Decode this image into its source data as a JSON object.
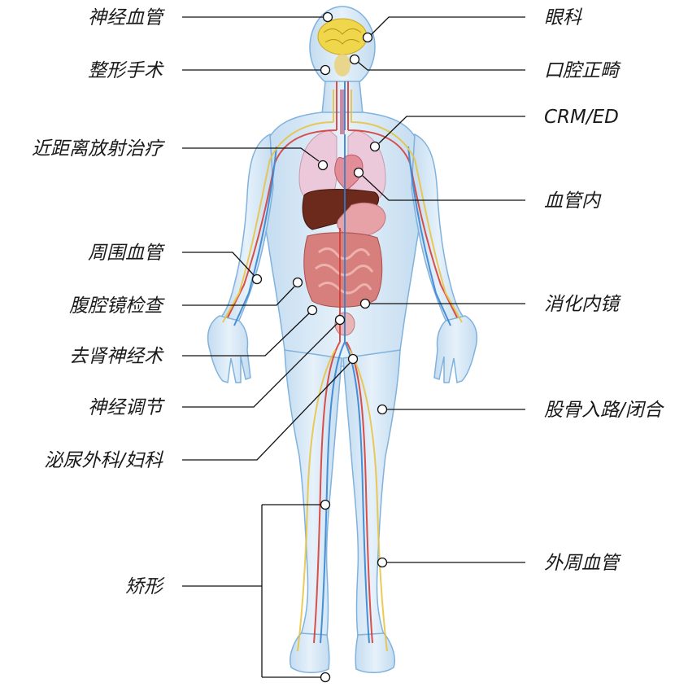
{
  "figure": {
    "colors": {
      "body_fill": "#d6e7f5",
      "body_stroke": "#7fb2dd",
      "artery": "#d8342c",
      "vein": "#2f7fd0",
      "nerve": "#e9c23a",
      "lung": "#ecc9da",
      "liver": "#6b2a1b",
      "stomach": "#e6a2a6",
      "intestine": "#d77f7c",
      "brain": "#f0d64a",
      "leader": "#111111"
    }
  },
  "labels": {
    "left": [
      {
        "id": "neurovascular",
        "text": "神经血管"
      },
      {
        "id": "plastic-surgery",
        "text": "整形手术"
      },
      {
        "id": "brachytherapy",
        "text": "近距离放射治疗"
      },
      {
        "id": "peripheral-vascular",
        "text": "周围血管"
      },
      {
        "id": "laparoscopy",
        "text": "腹腔镜检查"
      },
      {
        "id": "renal-denervation",
        "text": "去肾神经术"
      },
      {
        "id": "neuromodulation",
        "text": "神经调节"
      },
      {
        "id": "urology-gynecology",
        "text": "泌尿外科/妇科"
      },
      {
        "id": "orthopedics",
        "text": "矫形"
      }
    ],
    "right": [
      {
        "id": "ophthalmology",
        "text": "眼科"
      },
      {
        "id": "oral-orthodontics",
        "text": "口腔正畸"
      },
      {
        "id": "crm-ed",
        "text": "CRM/ED"
      },
      {
        "id": "endovascular",
        "text": "血管内"
      },
      {
        "id": "gastroenterology",
        "text": "消化内镜"
      },
      {
        "id": "femoral-access",
        "text": "股骨入路/闭合"
      },
      {
        "id": "peripheral-vascular-2",
        "text": "外周血管"
      }
    ]
  }
}
